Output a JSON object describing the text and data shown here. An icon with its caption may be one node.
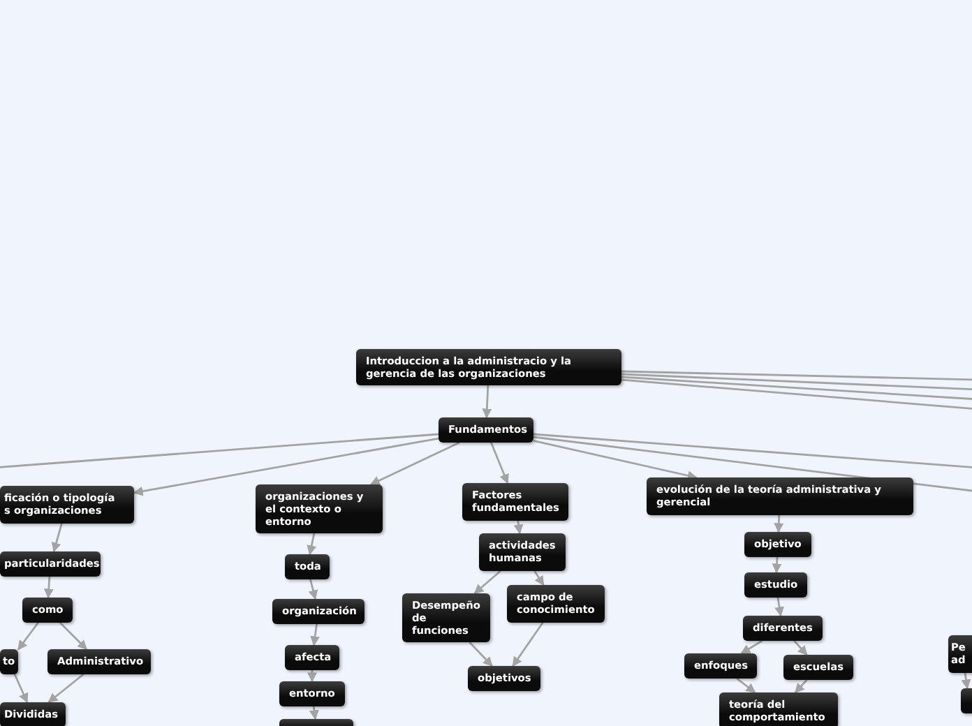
{
  "diagram": {
    "nodes": [
      {
        "text": [
          "Introduccion a la administracio y la gerencia de las organizaciones"
        ]
      },
      {
        "text": [
          "Fundamentos"
        ]
      },
      {
        "text": [
          "ficación o tipología s organizaciones"
        ]
      },
      {
        "text": [
          "particularidades"
        ]
      },
      {
        "text": [
          "como"
        ]
      },
      {
        "text": [
          "to"
        ]
      },
      {
        "text": [
          "Administrativo"
        ]
      },
      {
        "text": [
          "Divididas"
        ]
      },
      {
        "text": [
          "organizaciones y el contexto o entorno"
        ]
      },
      {
        "text": [
          "toda"
        ]
      },
      {
        "text": [
          "organización"
        ]
      },
      {
        "text": [
          "afecta"
        ]
      },
      {
        "text": [
          "entorno"
        ]
      },
      {
        "text": [],
        "shape": "box"
      },
      {
        "text": [
          "Factores fundamentales"
        ]
      },
      {
        "text": [
          "actividades humanas"
        ]
      },
      {
        "text": [
          "Desempeño de funciones"
        ]
      },
      {
        "text": [
          "campo de conocimiento"
        ]
      },
      {
        "text": [
          "objetivos"
        ]
      },
      {
        "text": [
          "evolución de la teoría administrativa y gerencial"
        ]
      },
      {
        "text": [
          "objetivo"
        ]
      },
      {
        "text": [
          "estudio"
        ]
      },
      {
        "text": [
          "diferentes"
        ]
      },
      {
        "text": [
          "enfoques"
        ]
      },
      {
        "text": [
          "escuelas"
        ]
      },
      {
        "text": [
          "teoría del comportamiento"
        ]
      },
      {
        "text": [
          "Pe ad"
        ]
      },
      {
        "text": [],
        "shape": "box"
      }
    ],
    "edges": [
      {
        "from": 0,
        "to": 1,
        "arrow": "to"
      },
      {
        "from": 0,
        "to": null,
        "arrow": "none"
      },
      {
        "from": 0,
        "to": null,
        "arrow": "none"
      },
      {
        "from": 0,
        "to": null,
        "arrow": "none"
      },
      {
        "from": 0,
        "to": null,
        "arrow": "none"
      },
      {
        "from": 1,
        "to": null,
        "arrow": "none"
      },
      {
        "from": 1,
        "to": 2,
        "arrow": "to"
      },
      {
        "from": 1,
        "to": 8,
        "arrow": "to"
      },
      {
        "from": 1,
        "to": 14,
        "arrow": "to"
      },
      {
        "from": 1,
        "to": 19,
        "arrow": "to"
      },
      {
        "from": 1,
        "to": null,
        "arrow": "none"
      },
      {
        "from": 1,
        "to": null,
        "arrow": "none"
      },
      {
        "from": 2,
        "to": 3,
        "arrow": "to"
      },
      {
        "from": 3,
        "to": 4,
        "arrow": "to"
      },
      {
        "from": 4,
        "to": 5,
        "arrow": "to"
      },
      {
        "from": 4,
        "to": 6,
        "arrow": "to"
      },
      {
        "from": 5,
        "to": 7,
        "arrow": "to"
      },
      {
        "from": 6,
        "to": 7,
        "arrow": "to"
      },
      {
        "from": 8,
        "to": 9,
        "arrow": "to"
      },
      {
        "from": 9,
        "to": 10,
        "arrow": "to"
      },
      {
        "from": 10,
        "to": 11,
        "arrow": "to"
      },
      {
        "from": 11,
        "to": 12,
        "arrow": "to"
      },
      {
        "from": 12,
        "to": 13,
        "arrow": "to"
      },
      {
        "from": 14,
        "to": 15,
        "arrow": "to"
      },
      {
        "from": 15,
        "to": 16,
        "arrow": "to"
      },
      {
        "from": 15,
        "to": 17,
        "arrow": "to"
      },
      {
        "from": 16,
        "to": 18,
        "arrow": "to"
      },
      {
        "from": 17,
        "to": 18,
        "arrow": "to"
      },
      {
        "from": 19,
        "to": 20,
        "arrow": "to"
      },
      {
        "from": 20,
        "to": 21,
        "arrow": "to"
      },
      {
        "from": 21,
        "to": 22,
        "arrow": "to"
      },
      {
        "from": 22,
        "to": 23,
        "arrow": "to"
      },
      {
        "from": 22,
        "to": 24,
        "arrow": "to"
      },
      {
        "from": 23,
        "to": 25,
        "arrow": "to"
      },
      {
        "from": 24,
        "to": 25,
        "arrow": "to"
      },
      {
        "from": 26,
        "to": 27,
        "arrow": "to"
      }
    ]
  }
}
